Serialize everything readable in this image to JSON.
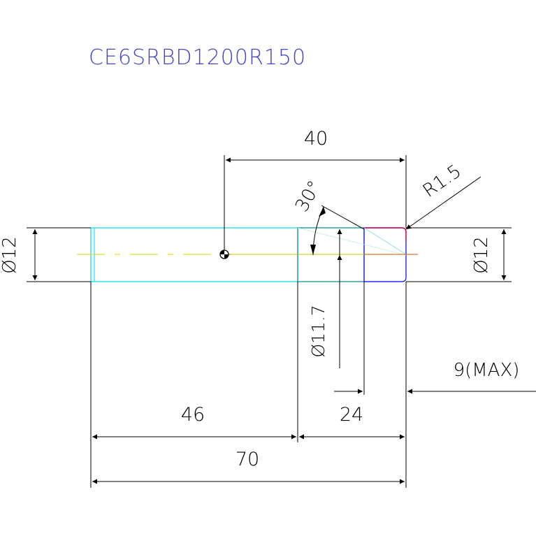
{
  "drawing": {
    "part_number": "CE6SRBD1200R150",
    "dimensions": {
      "center_to_tip": "40",
      "angle": "30°",
      "radius": "R1.5",
      "shank_diameter_left": "Ø12",
      "shank_diameter_right": "Ø12",
      "neck_diameter": "Ø11.7",
      "max_depth": "9(MAX)",
      "shank_length": "46",
      "head_length": "24",
      "overall_length": "70"
    },
    "colors": {
      "title": "#4444cc",
      "dimension": "#000000",
      "outline_shank": "#00d8e8",
      "outline_head": "#0000ff",
      "chamfer": "#cc0055",
      "centerline": "#d8d800",
      "center_line_head": "#cc5500"
    }
  }
}
